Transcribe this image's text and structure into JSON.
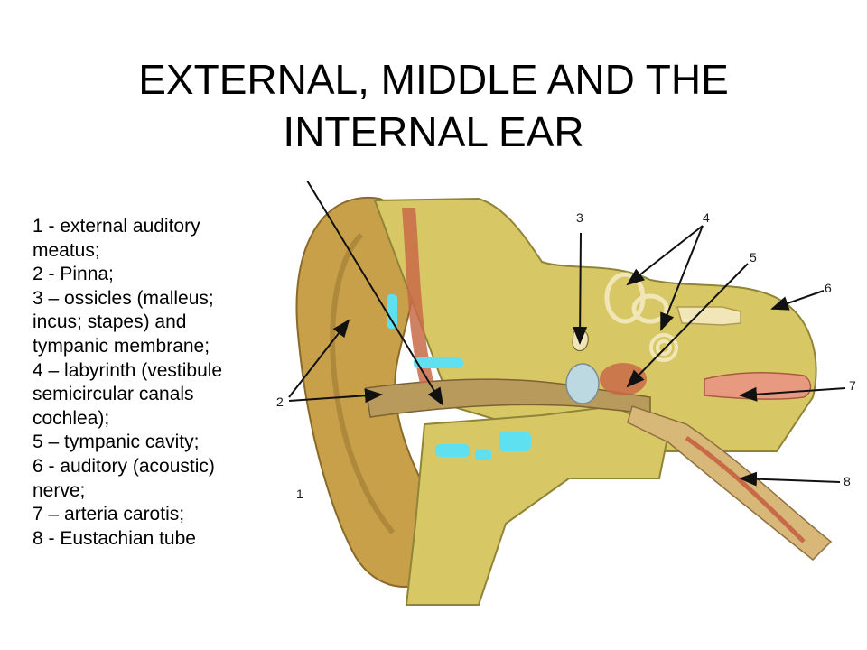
{
  "slide": {
    "title_lines": [
      "EXTERNAL, MIDDLE AND THE",
      "INTERNAL EAR"
    ]
  },
  "legend": {
    "items": [
      "1 - external auditory\nmeatus;",
      "2 - Pinna;",
      "3 – ossicles (malleus;\nincus; stapes) and\ntympanic membrane;",
      "4 – labyrinth (vestibule\nsemicircular canals\ncochlea);",
      "5 – tympanic cavity;",
      "6 - auditory (acoustic)\nnerve;",
      "7 – arteria carotis;",
      "8 - Eustachian tube"
    ]
  },
  "diagram": {
    "callouts": [
      "1",
      "2",
      "3",
      "4",
      "5",
      "6",
      "7",
      "8"
    ],
    "colors": {
      "skin": "#c9a04a",
      "bone": "#d8c865",
      "cartilage": "#5fe0f0",
      "canal": "#b79a5c",
      "muscle": "#c86a48",
      "nerve": "#f0e6b8"
    }
  }
}
